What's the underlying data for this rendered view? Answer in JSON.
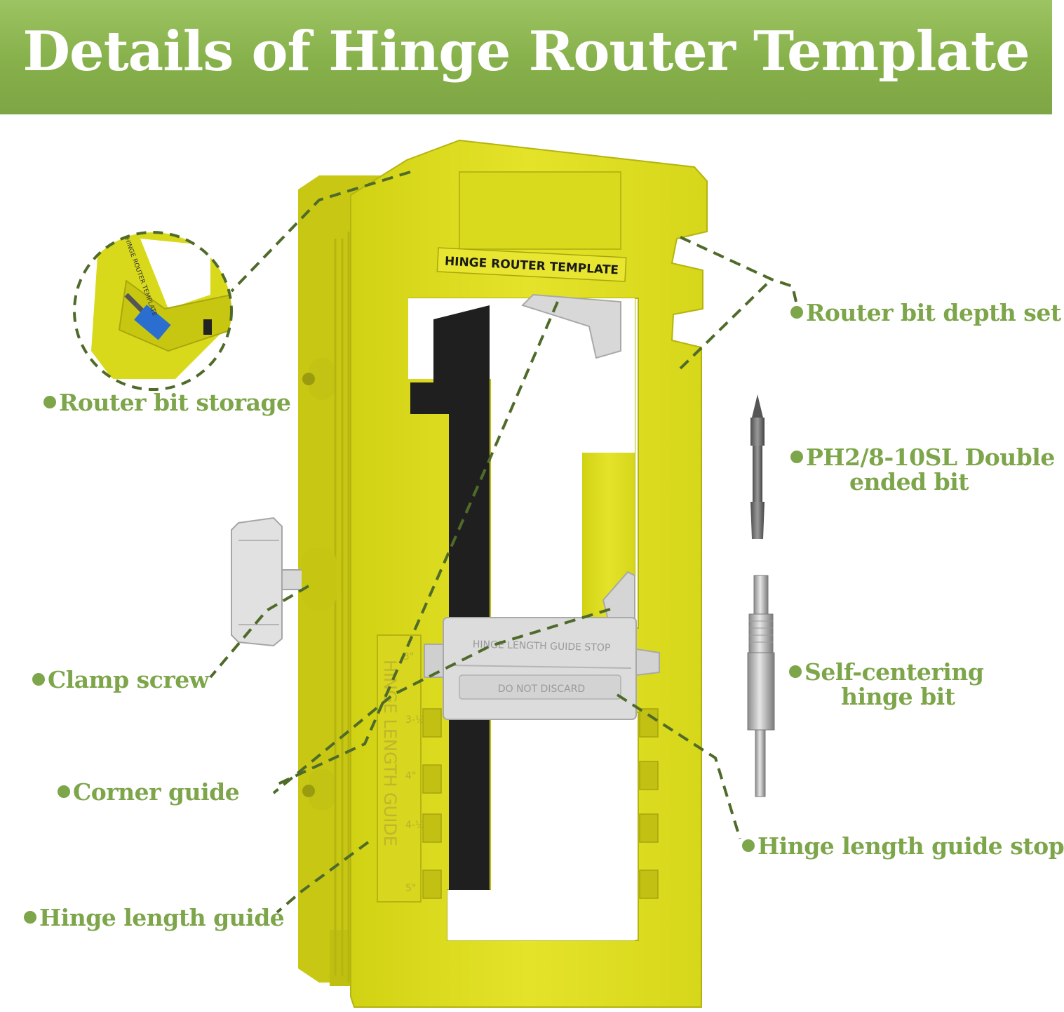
{
  "banner": {
    "title": "Details of Hinge Router Template"
  },
  "product": {
    "plate_label": "HINGE ROUTER TEMPLATE",
    "stop_top_label": "HINGE LENGTH GUIDE STOP",
    "stop_bottom_label": "DO NOT DISCARD",
    "scale_label": "HINGE LENGTH GUIDE",
    "scale_marks": [
      "3\"",
      "3-½\"",
      "4\"",
      "4-½\"",
      "5\""
    ],
    "inset_label": "HINGE ROUTER TEMPLATE"
  },
  "callouts": {
    "router_bit_storage": "Router bit storage",
    "router_bit_depth_set": "Router bit depth set",
    "double_ended_bit_line1": "PH2/8-10SL Double",
    "double_ended_bit_line2": "ended bit",
    "clamp_screw": "Clamp screw",
    "self_centering_line1": "Self-centering",
    "self_centering_line2": "hinge bit",
    "corner_guide": "Corner guide",
    "hinge_length_guide_stop": "Hinge length guide stop",
    "hinge_length_guide": "Hinge length guide"
  },
  "colors": {
    "banner": "#86b04a",
    "accent_green": "#7da54a",
    "leader_line": "#4f6b2a",
    "template_yellow": "#dede1c"
  }
}
